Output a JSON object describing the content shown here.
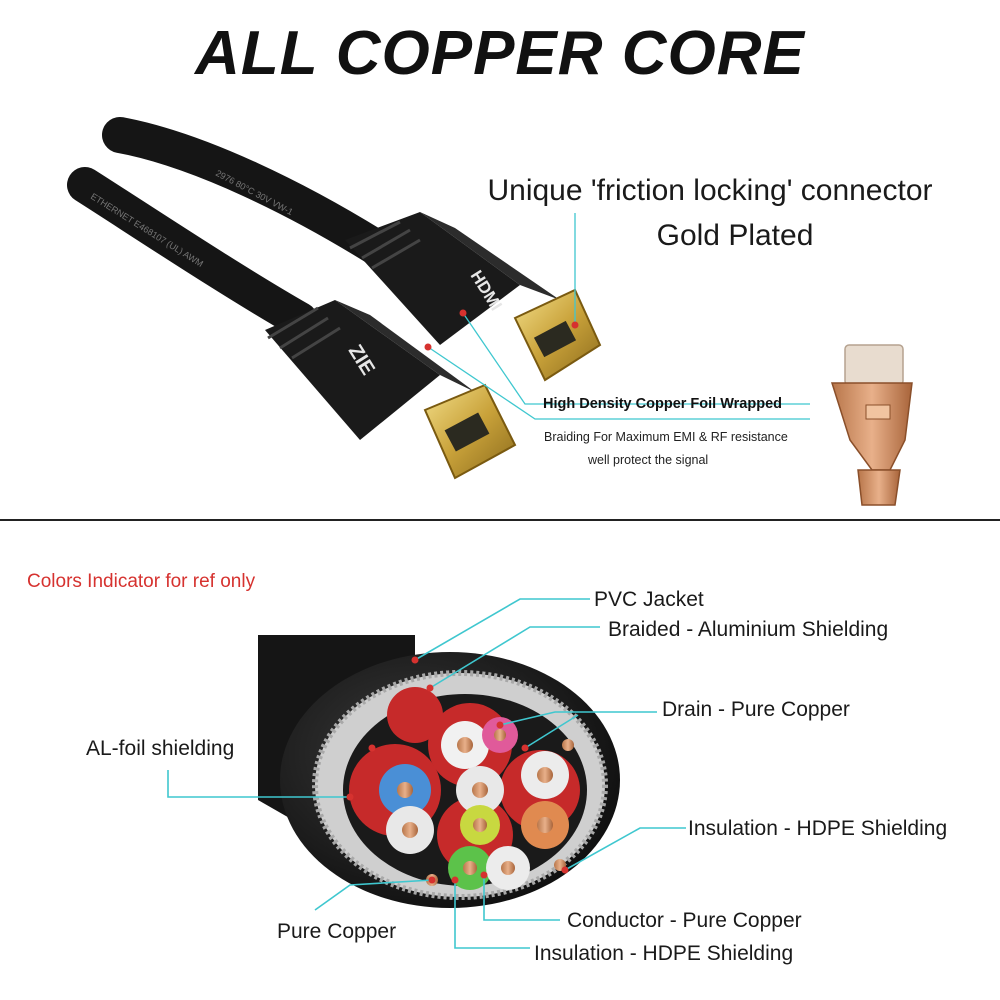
{
  "header": {
    "title": "ALL COPPER CORE"
  },
  "top": {
    "connector_line1": "Unique 'friction locking' connector",
    "connector_line2": "Gold Plated",
    "foil_title": "High Density Copper Foil Wrapped",
    "foil_line1": "Braiding For Maximum EMI & RF resistance",
    "foil_line2": "well protect the signal",
    "plug_brand_a": "HDMI",
    "plug_brand_b": "ZIE",
    "cable_print_a": "ETHERNET   E468107   (UL)   AWM",
    "cable_print_b": "2976   80°C   30V   VW-1"
  },
  "bottom": {
    "note": "Colors Indicator for ref only",
    "labels": {
      "pvc": "PVC Jacket",
      "braided": "Braided - Aluminium Shielding",
      "drain": "Drain -  Pure Copper",
      "al_foil": "AL-foil shielding",
      "insulation_right": "Insulation - HDPE Shielding",
      "pure_copper": "Pure Copper",
      "conductor": "Conductor -  Pure Copper",
      "insulation_bottom": "Insulation - HDPE Shielding"
    }
  },
  "colors": {
    "accent_line": "#3fc7cf",
    "note_red": "#d6322f",
    "gold": "#d9b84a",
    "copper": "#c98a5a"
  }
}
